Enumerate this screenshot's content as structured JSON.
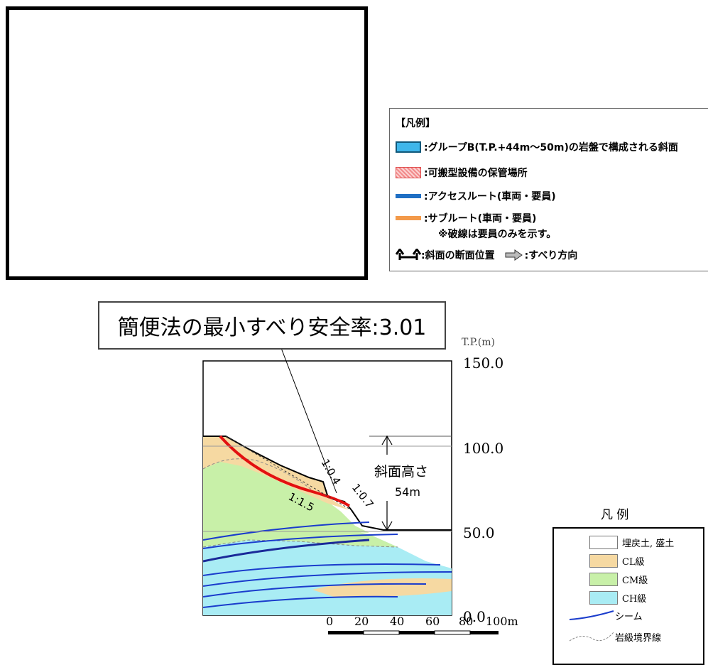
{
  "legend_top": {
    "title": "【凡例】",
    "items": [
      {
        "label": ":グループB(T.P.+44m～50m)の岩盤で構成される斜面",
        "swatch_color": "#3fb6ea"
      },
      {
        "label": ":可搬型設備の保管場所",
        "swatch_color": "#f28b8b"
      },
      {
        "label": ":アクセスルート(車両・要員)",
        "swatch_color": "#1f6fc4"
      },
      {
        "label": ":サブルート(車両・要員)",
        "swatch_color": "#f39a4a"
      }
    ],
    "note": "※破線は要員のみを示す。",
    "section_position_label": ":斜面の断面位置",
    "slide_direction_label": ":すべり方向"
  },
  "safety_factor_label": "簡便法の最小すべり安全率:3.01",
  "section": {
    "elevation_unit": "T.P.(m)",
    "elevation_ticks": [
      "150.0",
      "100.0",
      "50.0",
      "0.0"
    ],
    "slope_height_label": "斜面高さ",
    "slope_height_value": "54m",
    "gradient_labels": [
      "1:0.4",
      "1:0.7",
      "1:1.5"
    ],
    "scale_ticks": [
      "0",
      "20",
      "40",
      "60",
      "80",
      "100m"
    ]
  },
  "legend_bottom": {
    "title": "凡 例",
    "items": [
      {
        "label": "埋戻土, 盛土",
        "color": "#ffffff"
      },
      {
        "label": "CL級",
        "color": "#f6d9a2"
      },
      {
        "label": "CM級",
        "color": "#c8f0a8"
      },
      {
        "label": "CH級",
        "color": "#a9ecf4"
      }
    ],
    "seam_label": "シーム",
    "boundary_label": "岩級境界線"
  }
}
